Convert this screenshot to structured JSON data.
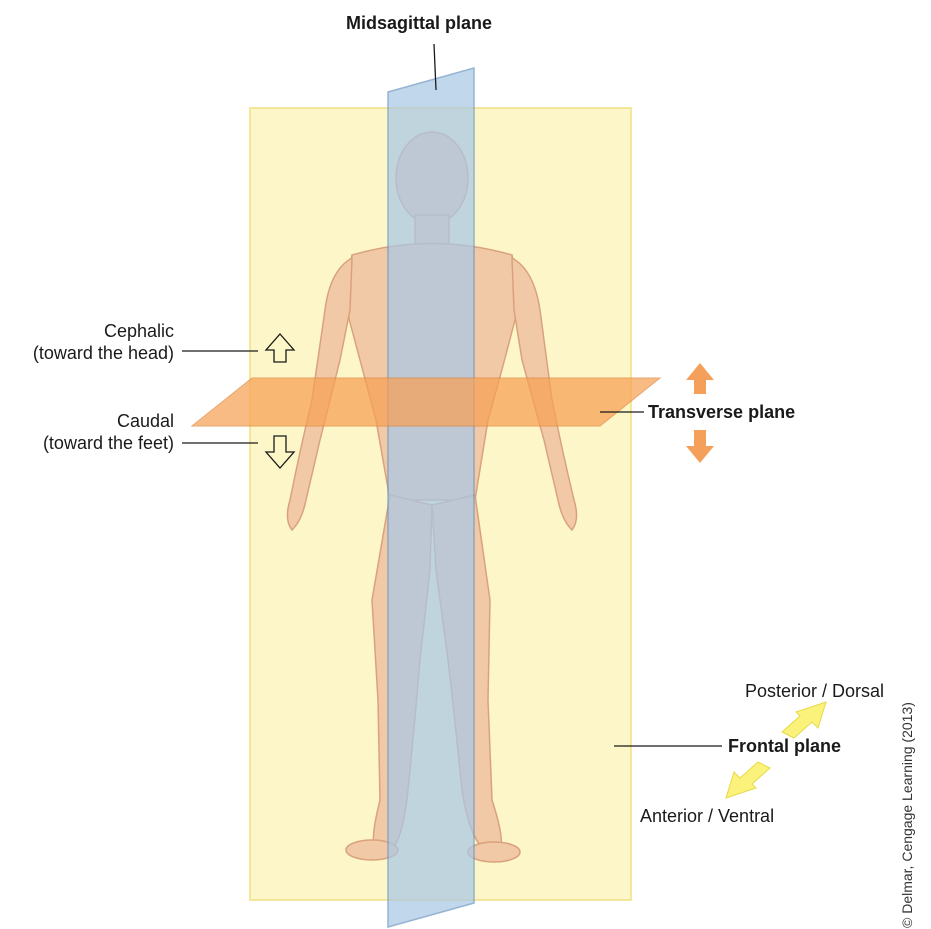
{
  "labels": {
    "midsagittal": "Midsagittal plane",
    "cephalic": "Cephalic",
    "cephalic_sub": "(toward the head)",
    "caudal": "Caudal",
    "caudal_sub": "(toward the feet)",
    "transverse": "Transverse plane",
    "posterior": "Posterior / Dorsal",
    "frontal": "Frontal plane",
    "anterior": "Anterior / Ventral",
    "credit": "© Delmar, Cengage Learning (2013)"
  },
  "colors": {
    "frontal_plane": "#fdf6c6",
    "midsagittal_plane": "#a9c8e6",
    "transverse_plane": "#f7a155",
    "skin": "#f2c9a6",
    "arrow_orange": "#f5a05a",
    "arrow_yellow": "#faf27a"
  }
}
